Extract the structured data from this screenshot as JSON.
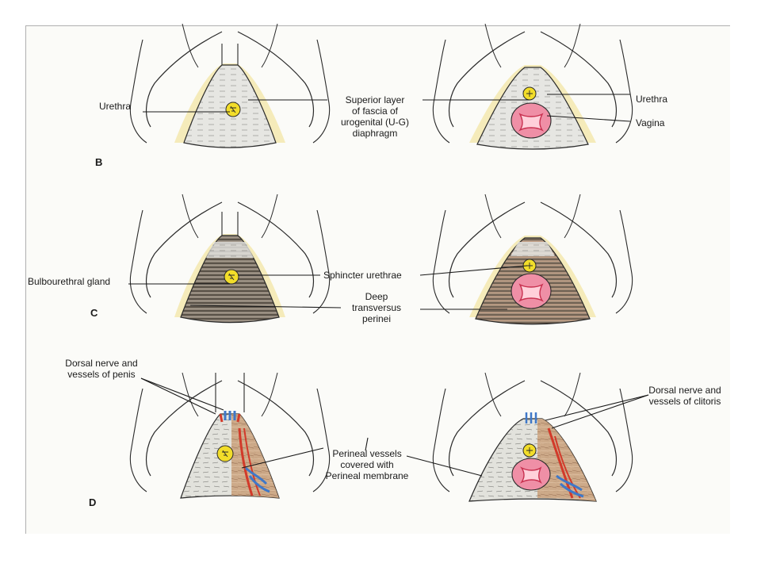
{
  "rows": {
    "b": "B",
    "c": "C",
    "d": "D"
  },
  "labels": {
    "urethra_b_male": "Urethra",
    "superior_layer": "Superior layer\nof fascia of\nurogenital (U-G)\ndiaphragm",
    "urethra_b_female": "Urethra",
    "vagina": "Vagina",
    "bulbourethral_gland": "Bulbourethral gland",
    "sphincter_urethrae": "Sphincter urethrae",
    "deep_transversus": "Deep\ntransversus\nperinei",
    "dorsal_nerve_penis": "Dorsal nerve and\nvessels of penis",
    "perineal_vessels": "Perineal vessels\ncovered with\nPerineal membrane",
    "dorsal_nerve_clitoris": "Dorsal nerve and\nvessels of clitoris"
  },
  "colors": {
    "outline": "#2a2a2a",
    "skin": "#f3e6a6",
    "fascia": "#e4e4e0",
    "muscle": "#7f7467",
    "urethra": "#f2dd2a",
    "vagina": "#ef8fa6",
    "vagina_lumen": "#c8304f",
    "artery": "#d23a2a",
    "vein": "#3f78c8",
    "membrane": "#cfa780"
  }
}
